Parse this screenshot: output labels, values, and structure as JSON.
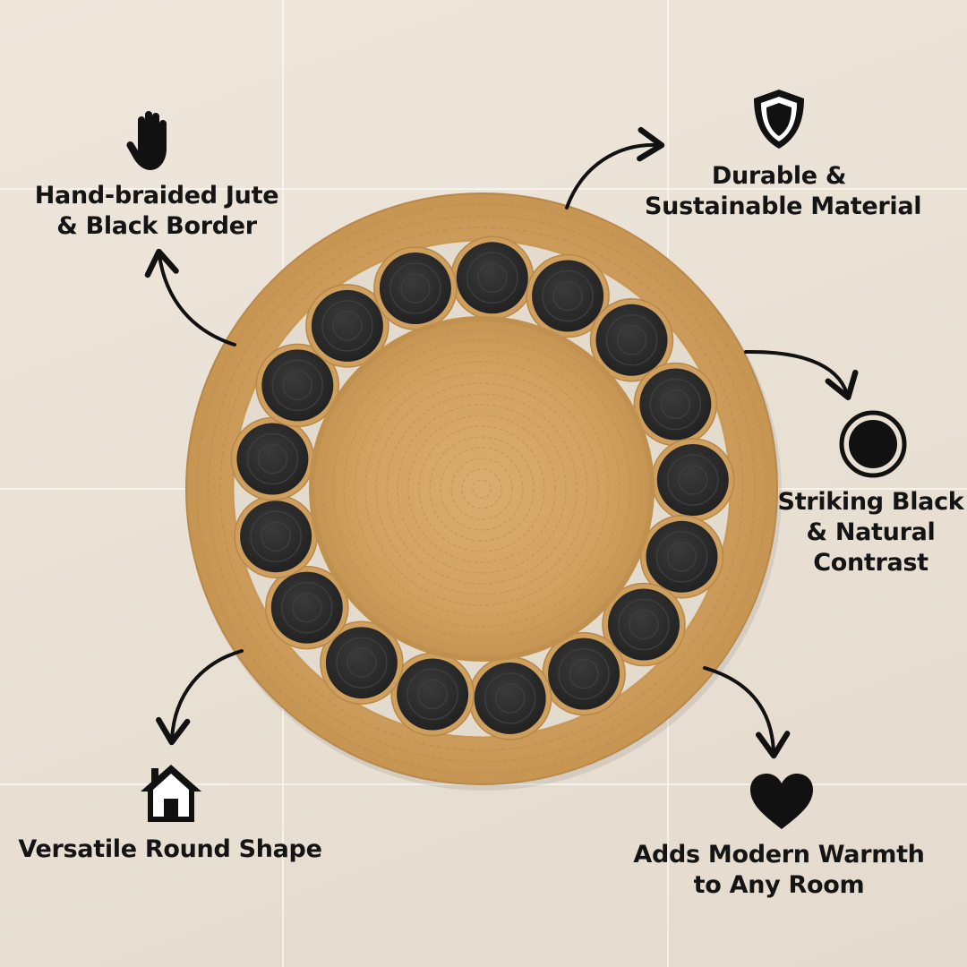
{
  "colors": {
    "background": "#ebe3d8",
    "jute": "#d4a567",
    "jute_dark": "#b78848",
    "black_disc": "#2b2b2b",
    "text": "#141414"
  },
  "features": [
    {
      "id": "top-left",
      "icon": "hand-icon",
      "lines": [
        "Hand-braided Jute",
        "& Black Border"
      ]
    },
    {
      "id": "top-right",
      "icon": "shield-icon",
      "lines": [
        "Durable &",
        "Sustainable Material"
      ]
    },
    {
      "id": "right",
      "icon": "circle-icon",
      "lines": [
        "Striking Black",
        "& Natural",
        "Contrast"
      ]
    },
    {
      "id": "bottom-left",
      "icon": "house-icon",
      "lines": [
        "Versatile Round Shape"
      ]
    },
    {
      "id": "bottom-right",
      "icon": "heart-icon",
      "lines": [
        "Adds Modern Warmth",
        "to Any Room"
      ]
    }
  ],
  "rug": {
    "disc_count": 17
  }
}
